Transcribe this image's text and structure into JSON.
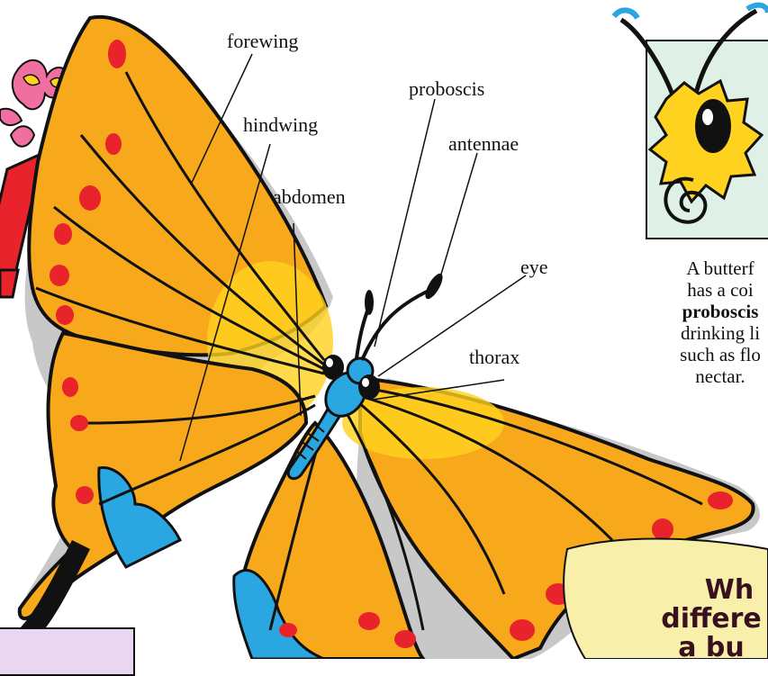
{
  "labels": {
    "forewing": "forewing",
    "hindwing": "hindwing",
    "abdomen": "abdomen",
    "proboscis": "proboscis",
    "antennae": "antennae",
    "eye": "eye",
    "thorax": "thorax"
  },
  "caption": {
    "line1": "A butterf",
    "line2": "has a coi",
    "line3_bold": "proboscis",
    "line4": "drinking li",
    "line5": "such as flo",
    "line6": "nectar."
  },
  "question": {
    "line1": "Wh",
    "line2": "differe",
    "line3": "a bu"
  },
  "colors": {
    "wing_orange": "#f7a81b",
    "wing_yellow": "#ffd21f",
    "spot_red": "#e8232c",
    "body_blue": "#2aa7e0",
    "outline": "#111111",
    "shadow": "#c8c8c8",
    "inset_bg": "#dff0e6",
    "question_bg": "#f7efaa"
  }
}
